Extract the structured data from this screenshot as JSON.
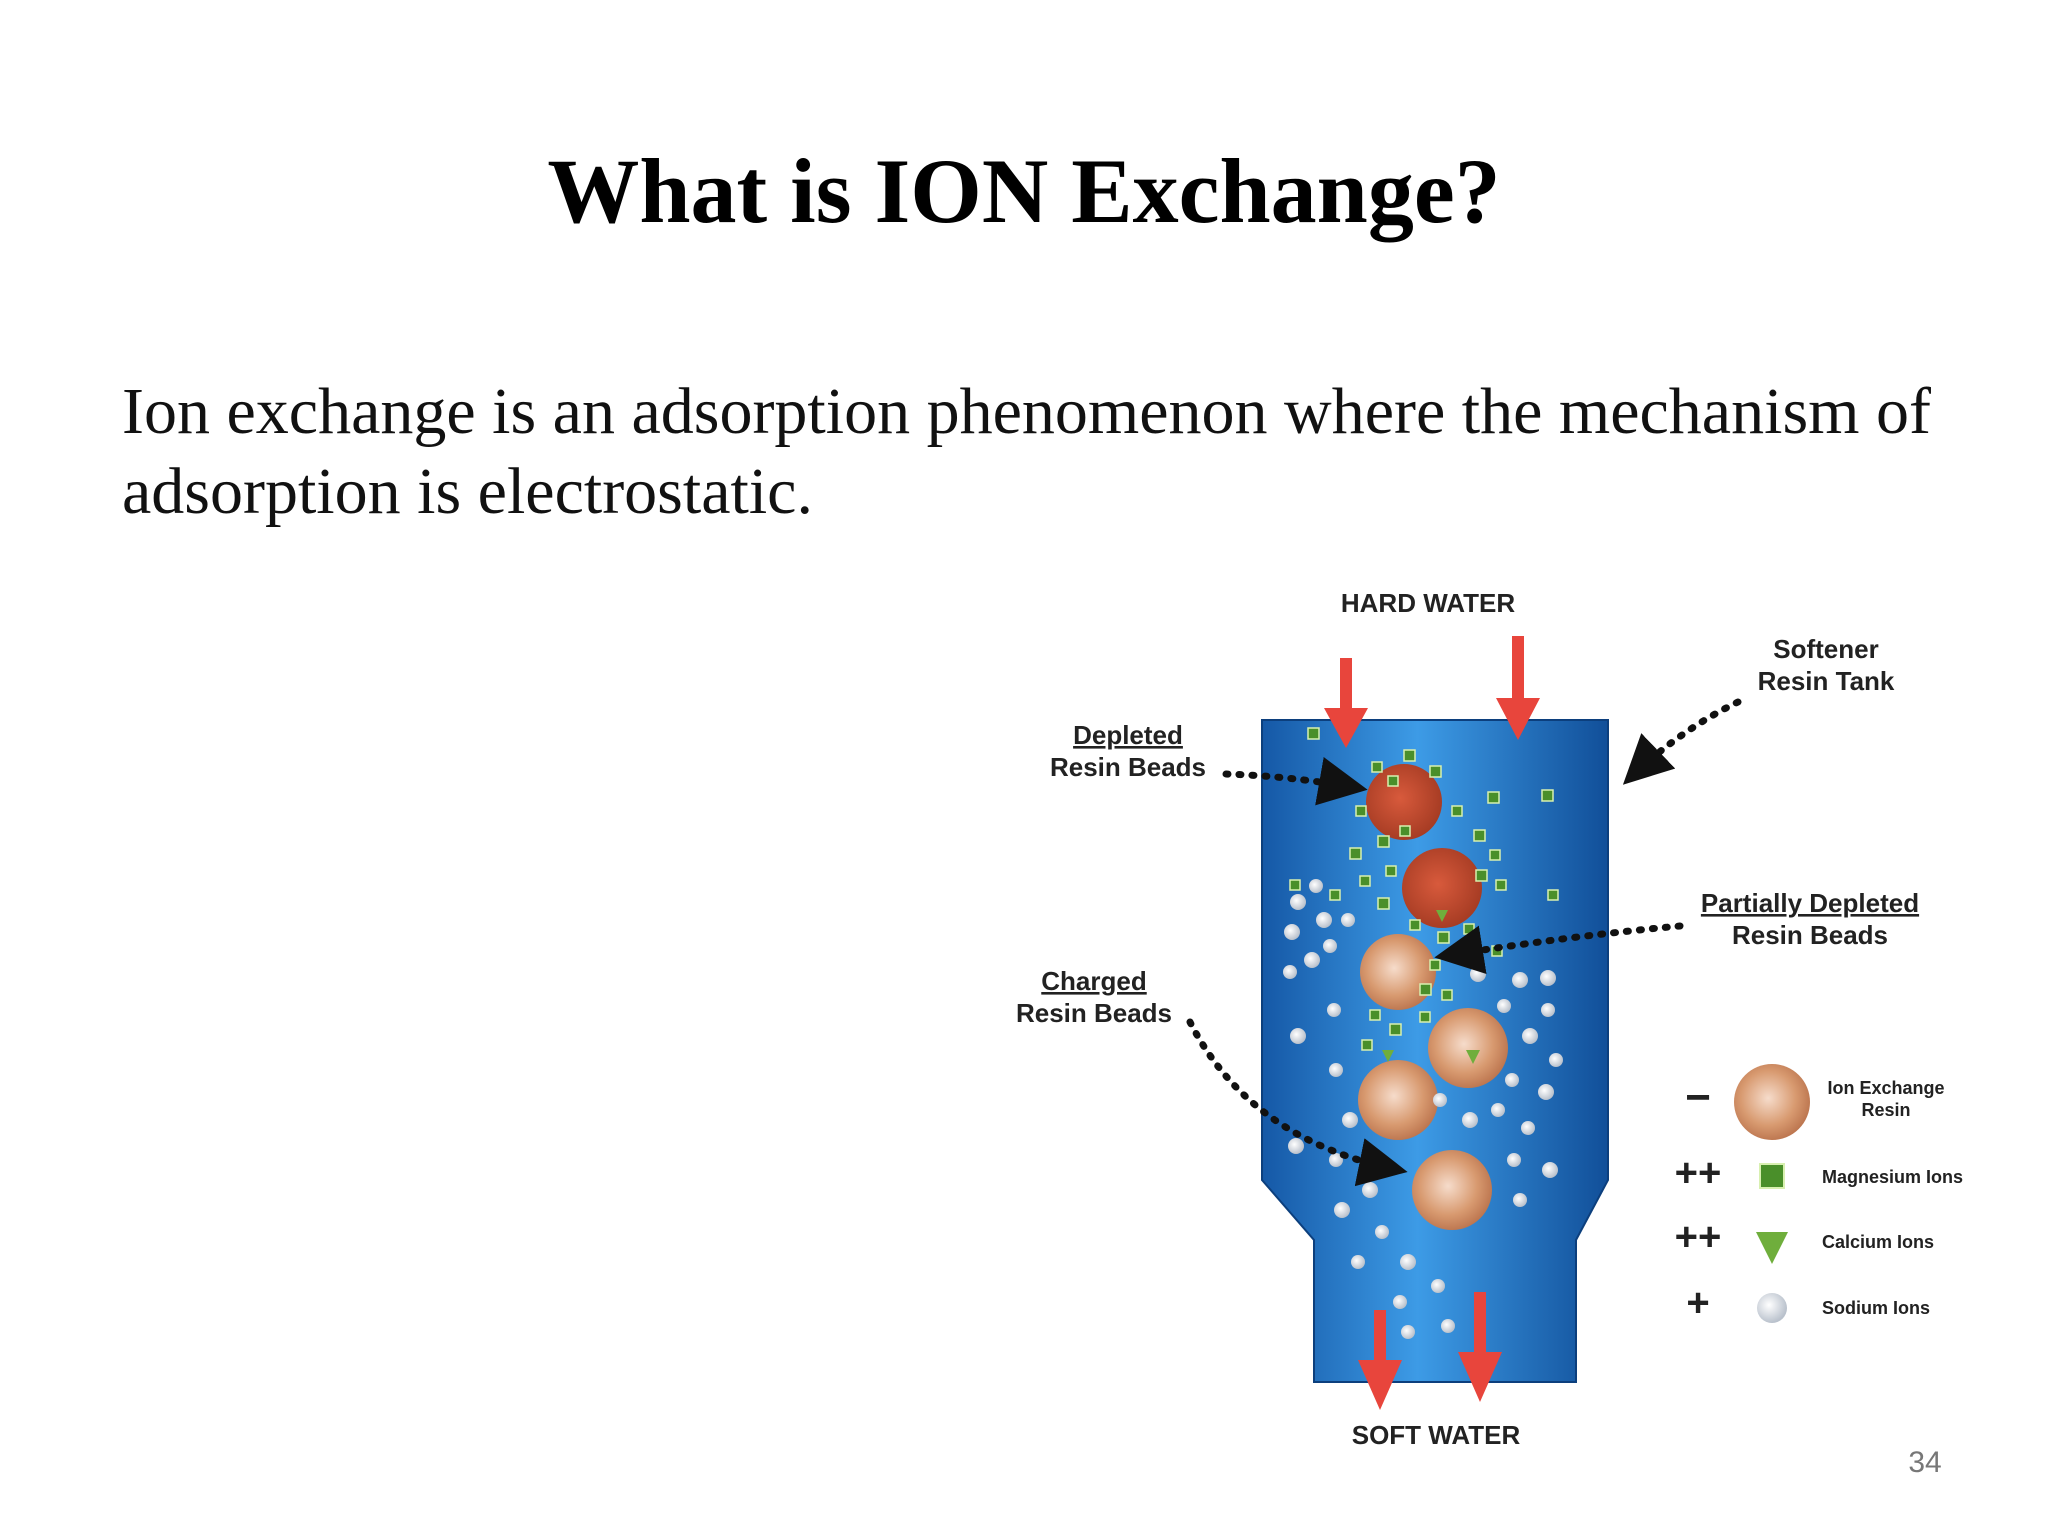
{
  "slide": {
    "title": "What is ION Exchange?",
    "body": "Ion exchange is an adsorption phenomenon where the mechanism of adsorption is electrostatic.",
    "page_number": "34"
  },
  "diagram": {
    "hard_water_label": "HARD WATER",
    "soft_water_label": "SOFT WATER",
    "tank_label_line1": "Softener",
    "tank_label_line2": "Resin Tank",
    "depleted_line1": "Depleted",
    "depleted_line2": "Resin Beads",
    "partial_line1": "Partially Depleted",
    "partial_line2": "Resin Beads",
    "charged_line1": "Charged",
    "charged_line2": "Resin Beads",
    "legend": [
      {
        "sign": "−",
        "label_line1": "Ion Exchange",
        "label_line2": "Resin"
      },
      {
        "sign": "++",
        "label_line1": "Magnesium Ions",
        "label_line2": ""
      },
      {
        "sign": "++",
        "label_line1": "Calcium Ions",
        "label_line2": ""
      },
      {
        "sign": "+",
        "label_line1": "Sodium Ions",
        "label_line2": ""
      }
    ],
    "colors": {
      "tank": "#1a6fc0",
      "arrow": "#e8453c",
      "depleted_bead": "#c0452a",
      "charged_bead": "#d79a6e",
      "magnesium": "#4a8f2a",
      "sodium": "#e6e9ee"
    }
  }
}
